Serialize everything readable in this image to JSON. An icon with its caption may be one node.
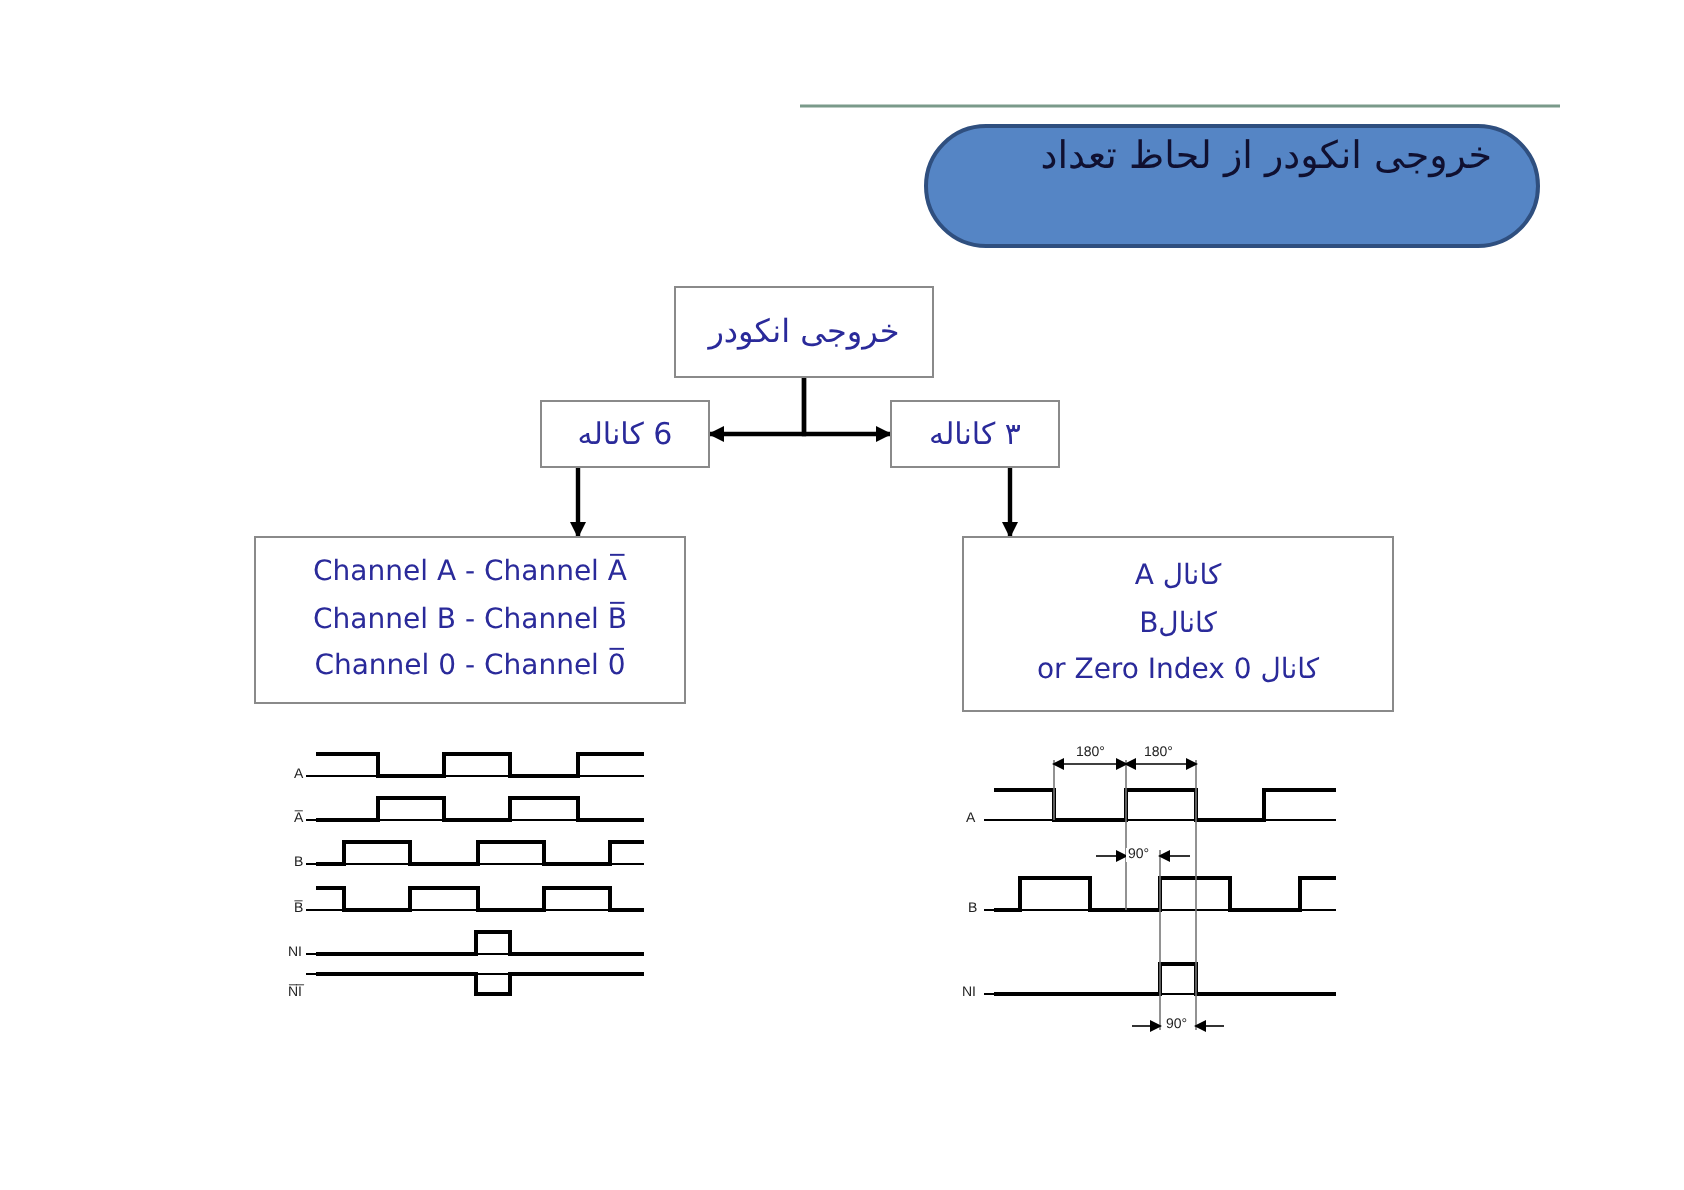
{
  "diagram": {
    "title": "خروجی انکودر از لحاظ تعداد",
    "nodes": [
      {
        "text": [
          "خروجی انکودر"
        ]
      },
      {
        "text": [
          "6 کاناله"
        ]
      },
      {
        "text": [
          "۳ کاناله"
        ]
      },
      {
        "text": [
          "Channel A - Channel A̅",
          "Channel B - Channel B̅",
          "Channel 0 - Channel 0̅"
        ]
      },
      {
        "text": [
          "کانال A",
          "کانالB",
          "کانال 0 or Zero Index"
        ]
      }
    ],
    "edges": [
      {
        "from": 0,
        "to": 1,
        "arrow": "to"
      },
      {
        "from": 0,
        "to": 2,
        "arrow": "to"
      },
      {
        "from": 1,
        "to": 3,
        "arrow": "to"
      },
      {
        "from": 2,
        "to": 4,
        "arrow": "to"
      }
    ],
    "labels": [
      "A",
      "A̅",
      "B",
      "B̅",
      "NI",
      "N̅I̅",
      "180°",
      "180°",
      "A",
      "90°",
      "B",
      "NI",
      "90°"
    ]
  }
}
